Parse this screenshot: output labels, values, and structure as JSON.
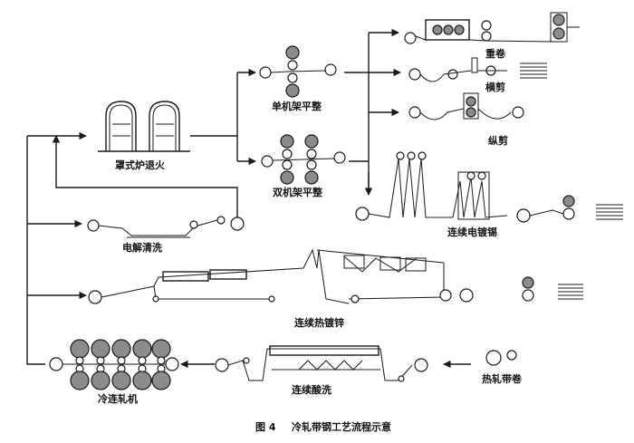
{
  "labels": {
    "bell_furnace": "罩式炉退火",
    "single_stand": "单机架平整",
    "double_stand": "双机架平整",
    "recoil": "重卷",
    "cross_cut": "横剪",
    "slit": "纵剪",
    "electrolytic_cleaning": "电解清洗",
    "electrotinning": "连续电镀锡",
    "hot_dip_galvanizing": "连续热镀锌",
    "cold_tandem_mill": "冷连轧机",
    "pickling": "连续酸洗",
    "hot_rolled_coil": "热轧带卷"
  },
  "caption": {
    "figure_no": "图 4",
    "title": "冷轧带钢工艺流程示意"
  },
  "colors": {
    "line": "#1a1a1a",
    "roll_fill": "#8c8c8c",
    "background": "#ffffff"
  }
}
